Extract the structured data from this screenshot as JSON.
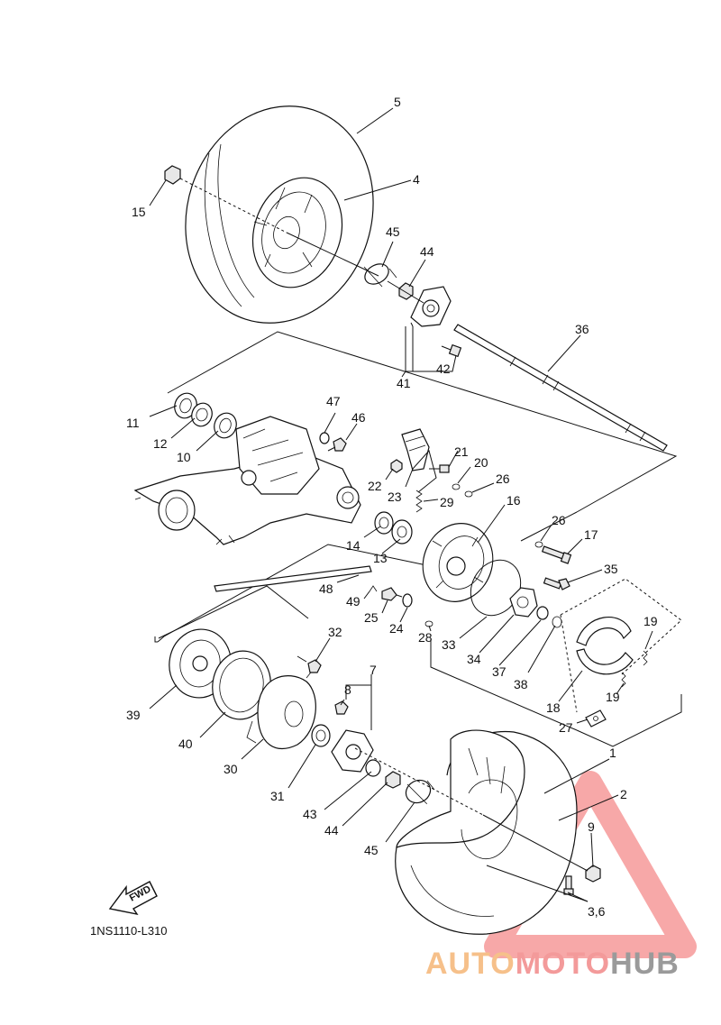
{
  "diagram": {
    "code": "1NS1110-L310",
    "fwd_label": "FWD",
    "labels": [
      "5",
      "4",
      "15",
      "45",
      "44",
      "36",
      "42",
      "41",
      "47",
      "46",
      "11",
      "12",
      "10",
      "21",
      "22",
      "20",
      "23",
      "26",
      "29",
      "16",
      "26",
      "17",
      "14",
      "13",
      "35",
      "48",
      "49",
      "25",
      "24",
      "33",
      "34",
      "37",
      "19",
      "28",
      "38",
      "32",
      "7",
      "8",
      "39",
      "40",
      "30",
      "18",
      "19",
      "27",
      "1",
      "31",
      "2",
      "43",
      "44",
      "9",
      "45",
      "3,6"
    ]
  },
  "watermark": {
    "part1": "AUTO",
    "part2": "MOTO",
    "part3": "HUB",
    "color_auto": "#f6c08a",
    "color_moto": "#f39a9a",
    "color_hub": "#9a9a9a",
    "triangle_color": "#f06060"
  }
}
